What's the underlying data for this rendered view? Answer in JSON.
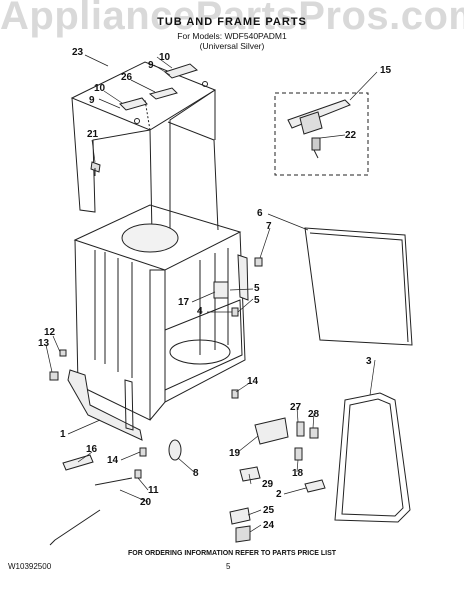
{
  "watermark": "AppliancePartsPros.com",
  "header": {
    "title": "TUB AND FRAME PARTS",
    "models_line": "For Models: WDF540PADM1",
    "color_line": "(Universal Silver)"
  },
  "footer": {
    "note": "FOR ORDERING INFORMATION REFER TO PARTS PRICE LIST",
    "doc_id": "W10392500",
    "page_number": "5"
  },
  "part_labels": [
    "23",
    "10",
    "9",
    "26",
    "10",
    "9",
    "21",
    "15",
    "22",
    "6",
    "7",
    "5",
    "17",
    "5",
    "4",
    "12",
    "13",
    "3",
    "14",
    "1",
    "27",
    "28",
    "16",
    "14",
    "8",
    "19",
    "18",
    "29",
    "11",
    "2",
    "20",
    "25",
    "24"
  ]
}
